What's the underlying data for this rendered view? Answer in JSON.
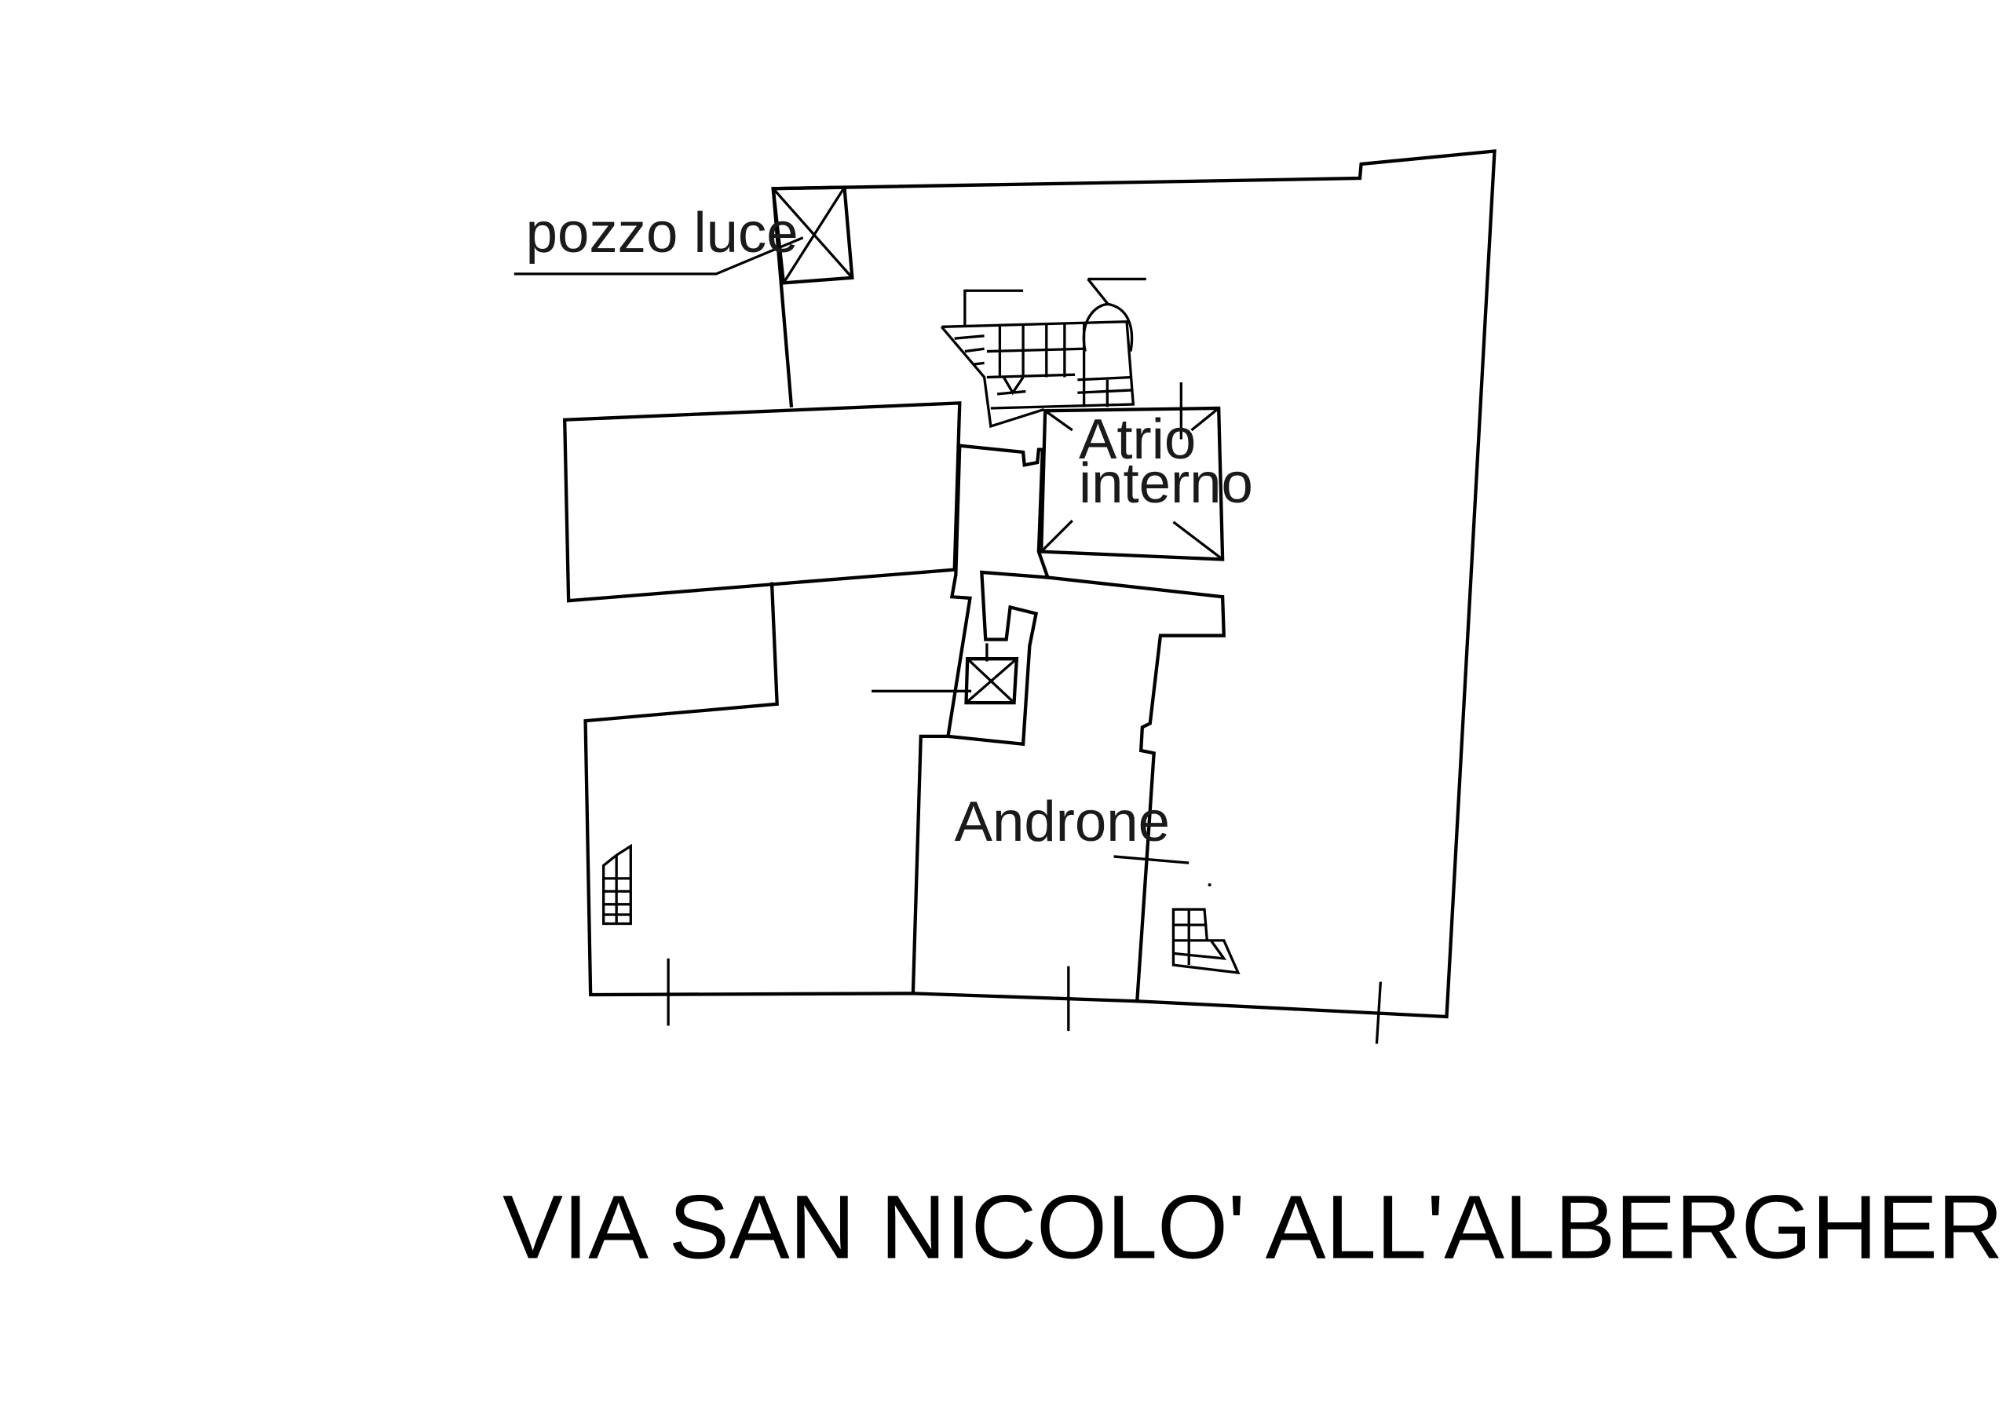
{
  "labels": {
    "pozzo_luce": "pozzo luce",
    "atrio_line1": "Atrio",
    "atrio_line2": "interno",
    "androne": "Androne",
    "street": "VIA SAN NICOLO' ALL'ALBERGHERIA"
  },
  "colors": {
    "ink": "#000000",
    "background": "#ffffff"
  }
}
